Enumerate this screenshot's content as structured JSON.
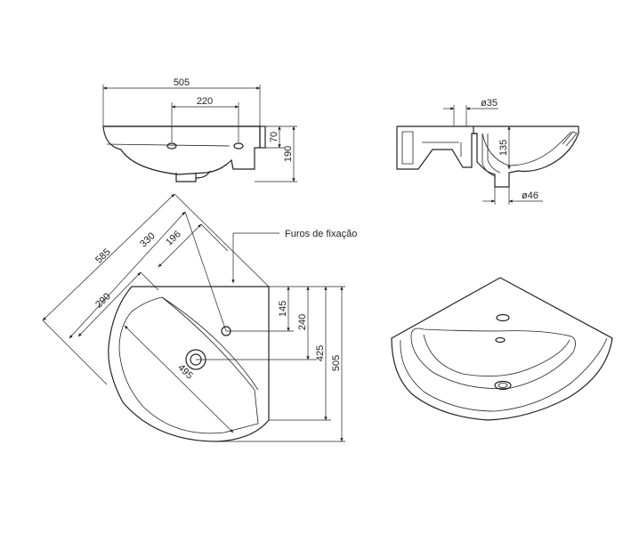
{
  "drawing": {
    "front_view": {
      "width": "505",
      "hole_spacing": "220",
      "depth_top": "70",
      "depth_total": "190"
    },
    "side_view": {
      "top_diameter": "ø35",
      "height": "135",
      "drain_diameter": "ø46"
    },
    "top_view": {
      "diag_585": "585",
      "diag_330": "330",
      "diag_196": "196",
      "diag_290": "290",
      "diag_495": "495",
      "v_145": "145",
      "v_240": "240",
      "v_425": "425",
      "v_505": "505",
      "note": "Furos de fixação"
    }
  }
}
